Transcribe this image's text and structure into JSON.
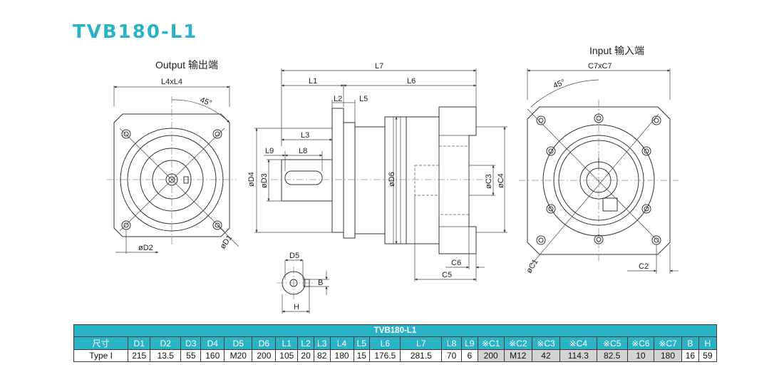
{
  "title": "TVB180-L1",
  "views": {
    "output_header": "Output 输出端",
    "input_header": "Input 输入端"
  },
  "labels": {
    "l4xl4": "L4xL4",
    "angle": "45°",
    "d1": "øD1",
    "d2": "øD2",
    "l7": "L7",
    "l1": "L1",
    "l6": "L6",
    "l2": "L2",
    "l5": "L5",
    "l3": "L3",
    "l9": "L9",
    "l8": "L8",
    "d4": "øD4",
    "d3": "øD3",
    "d6": "øD6",
    "c3": "øC3",
    "c4": "øC4",
    "c6": "C6",
    "c5": "C5",
    "d5": "D5",
    "b": "B",
    "h": "H",
    "c7xc7": "C7xC7",
    "c1": "øC1",
    "c2": "C2"
  },
  "table": {
    "title": "TVB180-L1",
    "headers": [
      "尺寸",
      "D1",
      "D2",
      "D3",
      "D4",
      "D5",
      "D6",
      "L1",
      "L2",
      "L3",
      "L4",
      "L5",
      "L6",
      "L7",
      "L8",
      "L9",
      "※C1",
      "※C2",
      "※C3",
      "※C4",
      "※C5",
      "※C6",
      "※C7",
      "B",
      "H"
    ],
    "rows": [
      [
        "Type I",
        "215",
        "13.5",
        "55",
        "160",
        "M20",
        "200",
        "105",
        "20",
        "82",
        "180",
        "15",
        "176.5",
        "281.5",
        "70",
        "6",
        "200",
        "M12",
        "42",
        "114.3",
        "82.5",
        "10",
        "180",
        "16",
        "59"
      ]
    ]
  },
  "colors": {
    "accent": "#2ab3c6",
    "shaded_cell": "#d4d4d4"
  }
}
